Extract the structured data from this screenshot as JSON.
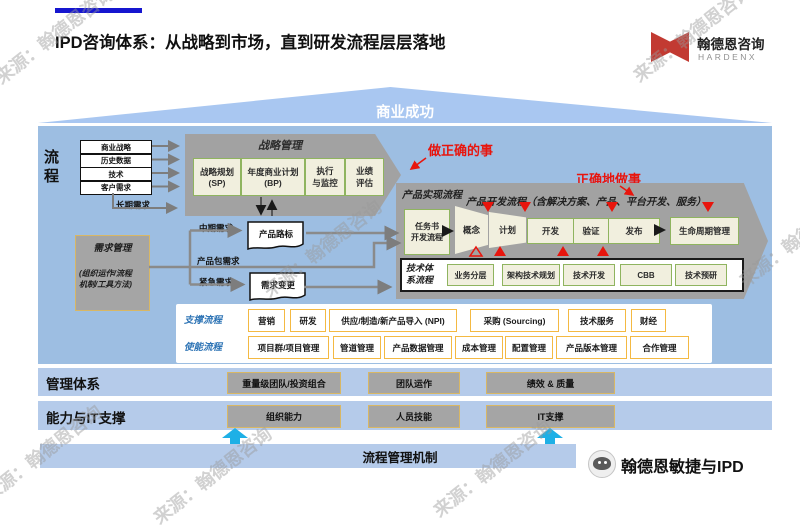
{
  "watermark": "来源：翰德恩咨询",
  "header": {
    "title": "IPD咨询体系：从战略到市场，直到研发流程层层落地",
    "logo_cn": "翰德恩咨询",
    "logo_en": "HARDENX"
  },
  "banner": "商业成功",
  "left": {
    "process": "流程",
    "inputs": [
      "商业战略",
      "历史数据",
      "技术",
      "客户需求"
    ]
  },
  "strategy": {
    "title": "战略管理",
    "boxes": [
      "战略规划\n(SP)",
      "年度商业计划\n(BP)",
      "执行\n与监控",
      "业绩\n评估"
    ]
  },
  "notes": {
    "do_right": "做正确的事",
    "right_way": "正确地做事"
  },
  "demand": {
    "title": "需求管理",
    "subtitle": "(组织运作/流程\n机制/工具方法)",
    "long_term": "长期需求",
    "mid_term": "中期需求",
    "package": "产品包需求",
    "urgent": "紧急需求",
    "roadmap": "产品路标",
    "change": "需求变更"
  },
  "realization": {
    "label": "产品实现流程",
    "dev_title": "产品开发流程（含解决方案、产品、平台开发、服务）",
    "charter": "任务书\n开发流程",
    "stages": [
      "概念",
      "计划",
      "开发",
      "验证",
      "发布"
    ],
    "lifecycle": "生命周期管理",
    "tech_label": "技术体\n系流程",
    "tech": [
      "业务分层",
      "架构技术规划",
      "技术开发",
      "CBB",
      "技术预研"
    ]
  },
  "support": {
    "label": "支撑流程",
    "items": [
      "营销",
      "研发",
      "供应/制造/新产品导入 (NPI)",
      "采购 (Sourcing)",
      "技术服务",
      "财经"
    ]
  },
  "enable": {
    "label": "使能流程",
    "items": [
      "项目群/项目管理",
      "管道管理",
      "产品数据管理",
      "成本管理",
      "配置管理",
      "产品版本管理",
      "合作管理"
    ]
  },
  "mgmt": {
    "label": "管理体系",
    "items": [
      "重量级团队/投资组合",
      "团队运作",
      "绩效 & 质量"
    ]
  },
  "capability": {
    "label": "能力与IT支撑",
    "items": [
      "组织能力",
      "人员技能",
      "IT支撑"
    ]
  },
  "mechanism": "流程管理机制",
  "footer": {
    "wechat": "翰德恩敏捷与IPD"
  },
  "colors": {
    "accent_red": "#E8150D",
    "diagram_blue": "#9DBEE2",
    "bar_blue": "#B5CBEA",
    "roof_blue": "#A9C7F1",
    "box_gray": "#A5A5A5",
    "beige": "#F1EFDE",
    "green_border": "#8FB45F",
    "orange_border": "#F4B942",
    "cyan": "#1EB0E6",
    "label_blue": "#2E74B5",
    "logo_red": "#C23A32",
    "title_line": "#1616CF"
  }
}
